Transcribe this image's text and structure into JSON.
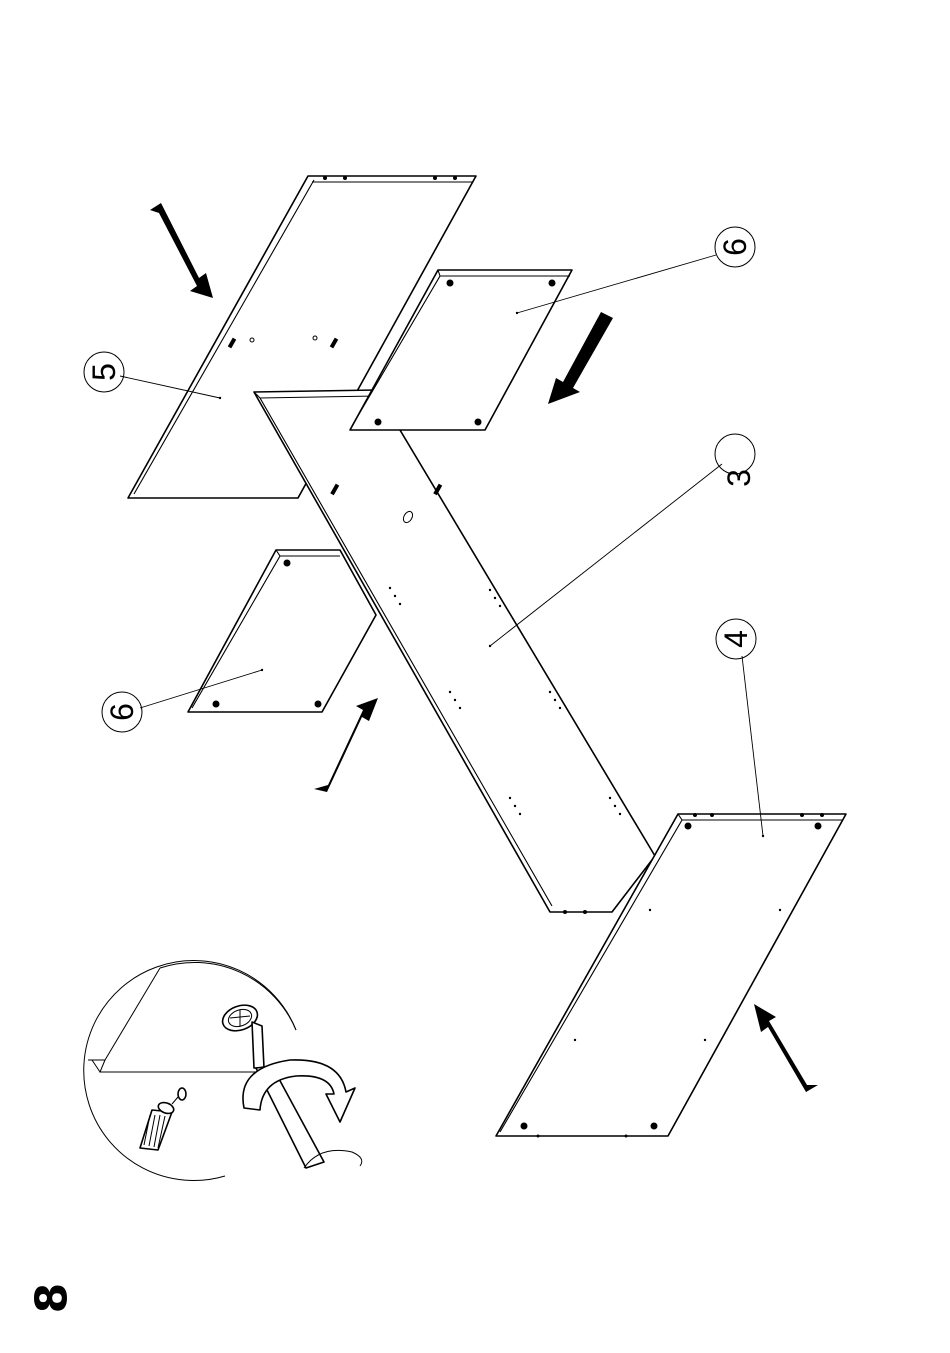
{
  "step": {
    "number": "8"
  },
  "callouts": [
    {
      "id": "callout-5",
      "label": "5"
    },
    {
      "id": "callout-6-top",
      "label": "6"
    },
    {
      "id": "callout-3",
      "label": "3"
    },
    {
      "id": "callout-4",
      "label": "4"
    },
    {
      "id": "callout-6-bottom",
      "label": "6"
    }
  ],
  "icons": {
    "direction_arrow": "arrow-icon",
    "detail_view": "screwdriver-cam-lock-icon"
  },
  "colors": {
    "ink": "#000000",
    "paper": "#ffffff"
  }
}
